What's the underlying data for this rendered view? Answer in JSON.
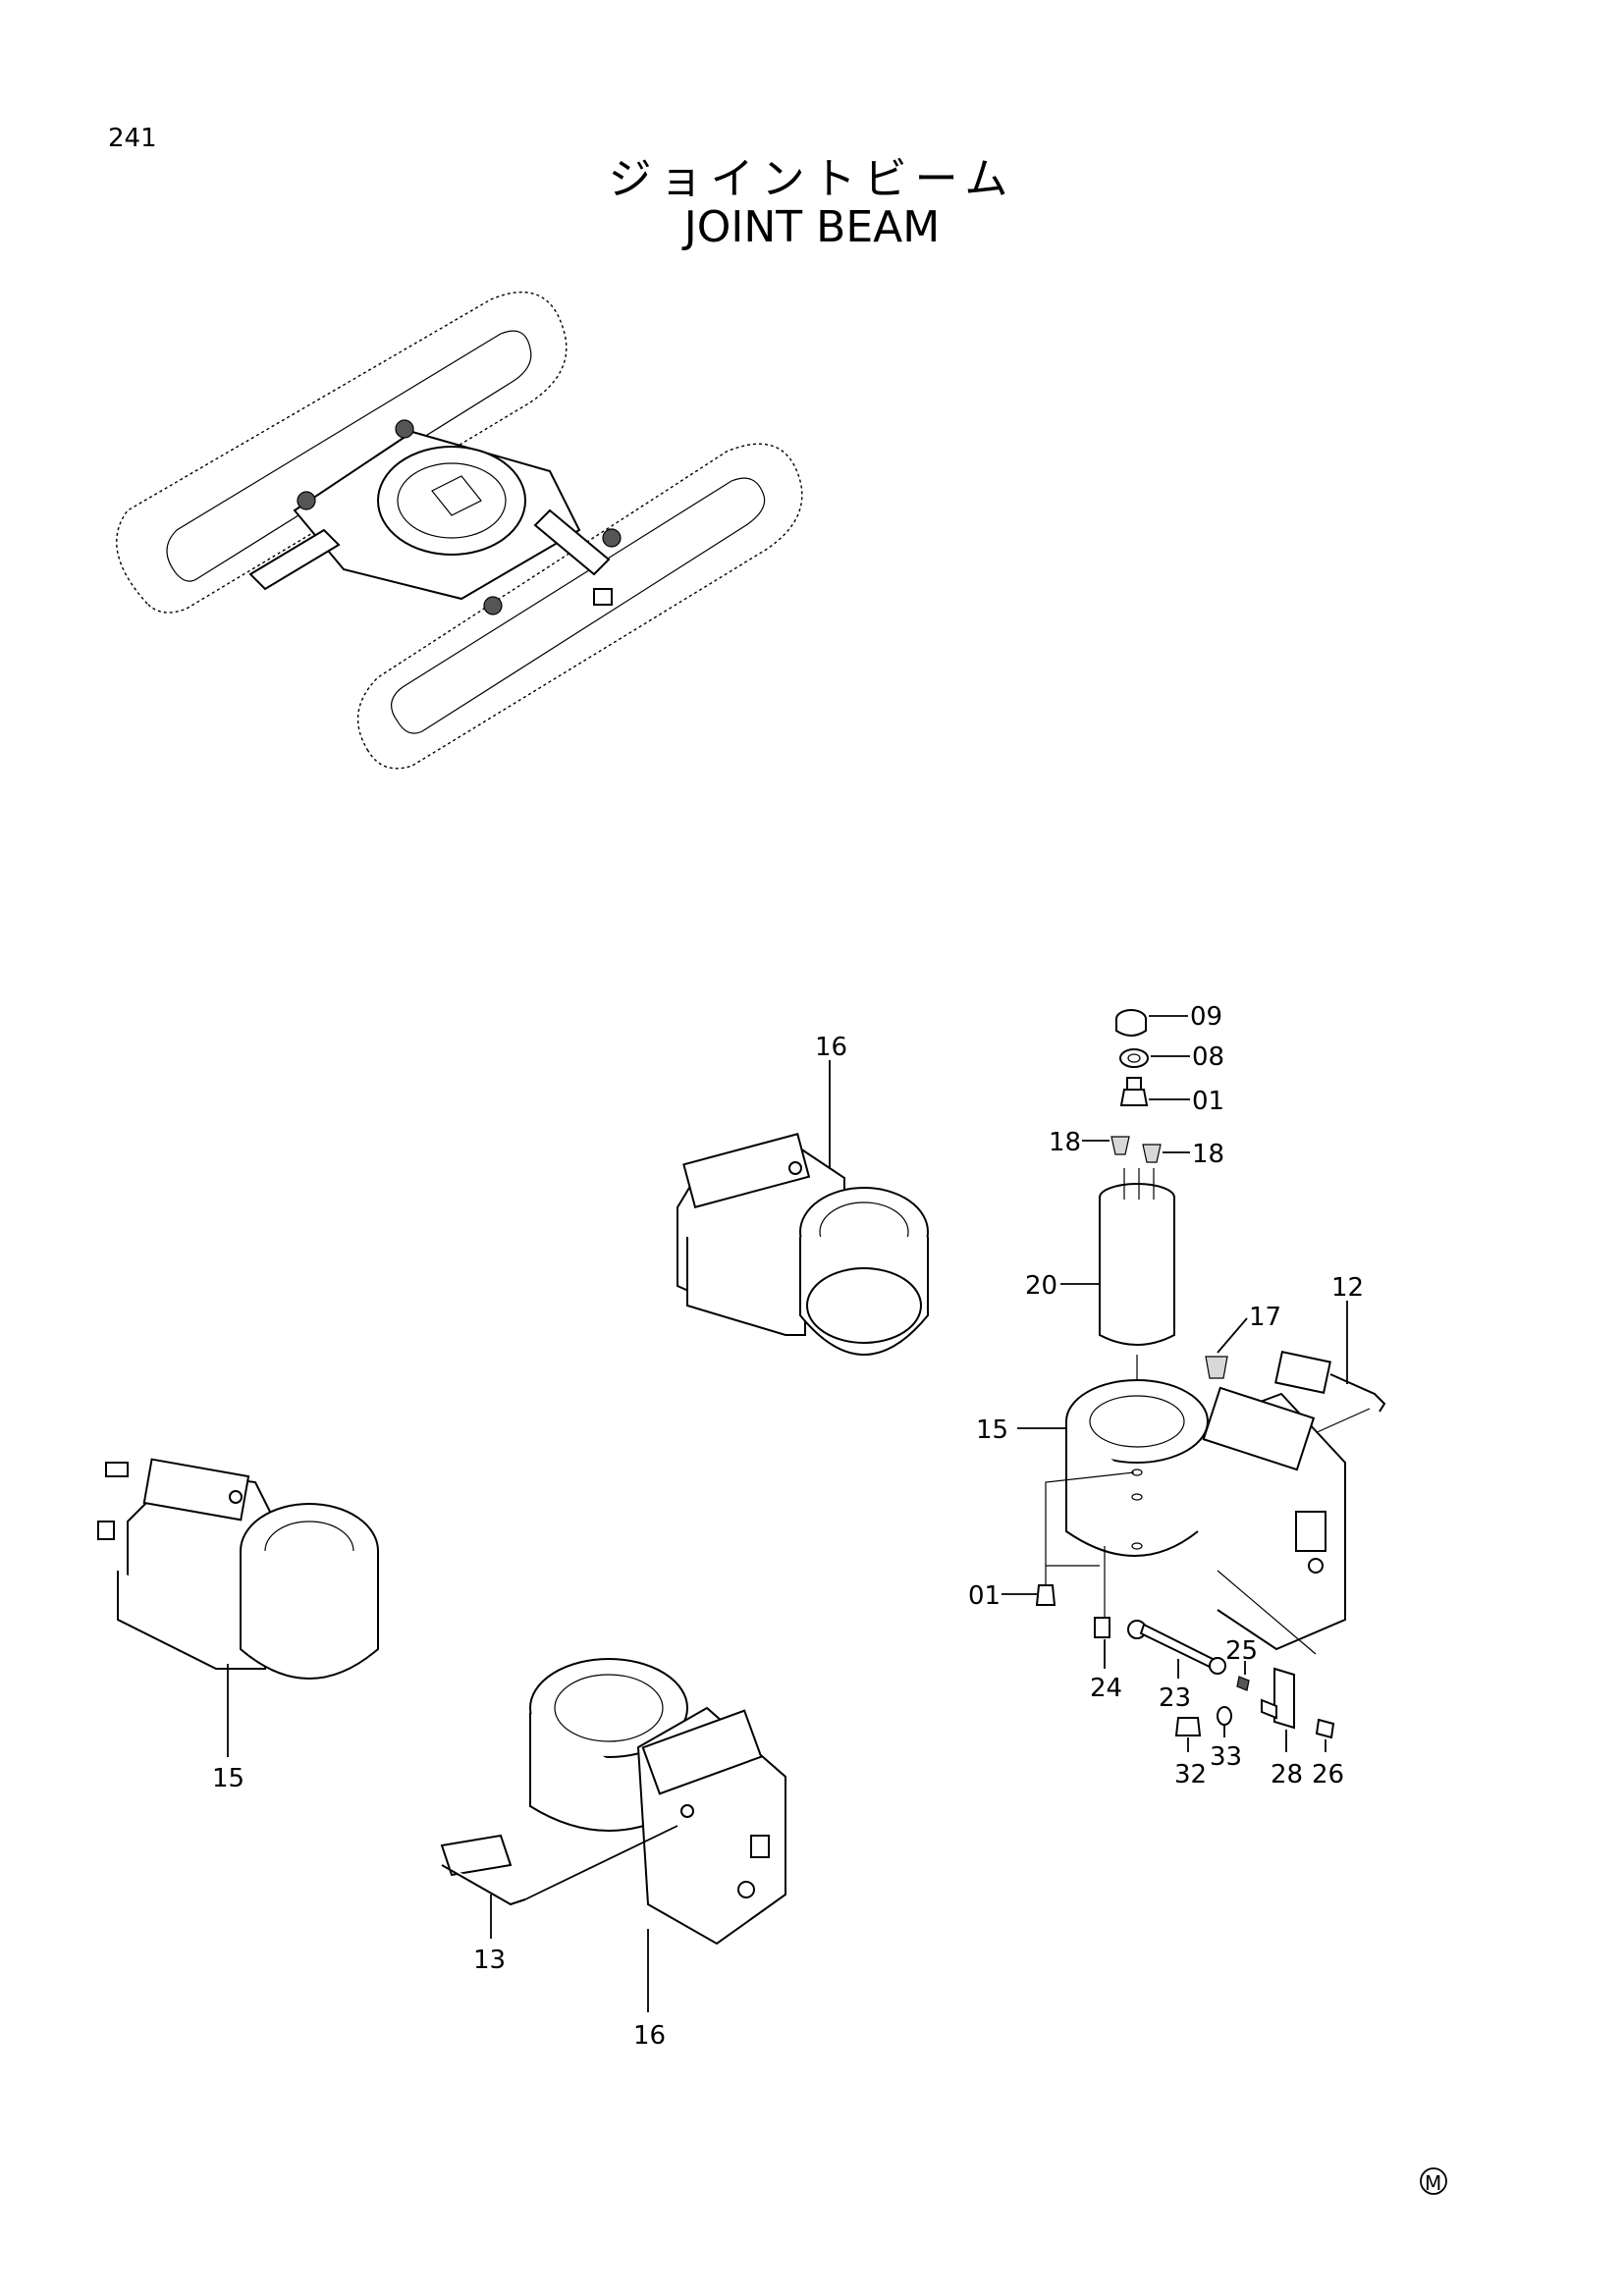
{
  "page_number": "241",
  "title_jp": "ジョイントビーム",
  "title_en": "JOINT  BEAM",
  "mark": "Ⓜ",
  "callouts": {
    "c09": "09",
    "c08": "08",
    "c01a": "01",
    "c18a": "18",
    "c18b": "18",
    "c20": "20",
    "c17": "17",
    "c12": "12",
    "c15a": "15",
    "c01b": "01",
    "c24": "24",
    "c23": "23",
    "c25": "25",
    "c33": "33",
    "c32": "32",
    "c28": "28",
    "c26": "26",
    "c16a": "16",
    "c15b": "15",
    "c13": "13",
    "c16b": "16"
  }
}
